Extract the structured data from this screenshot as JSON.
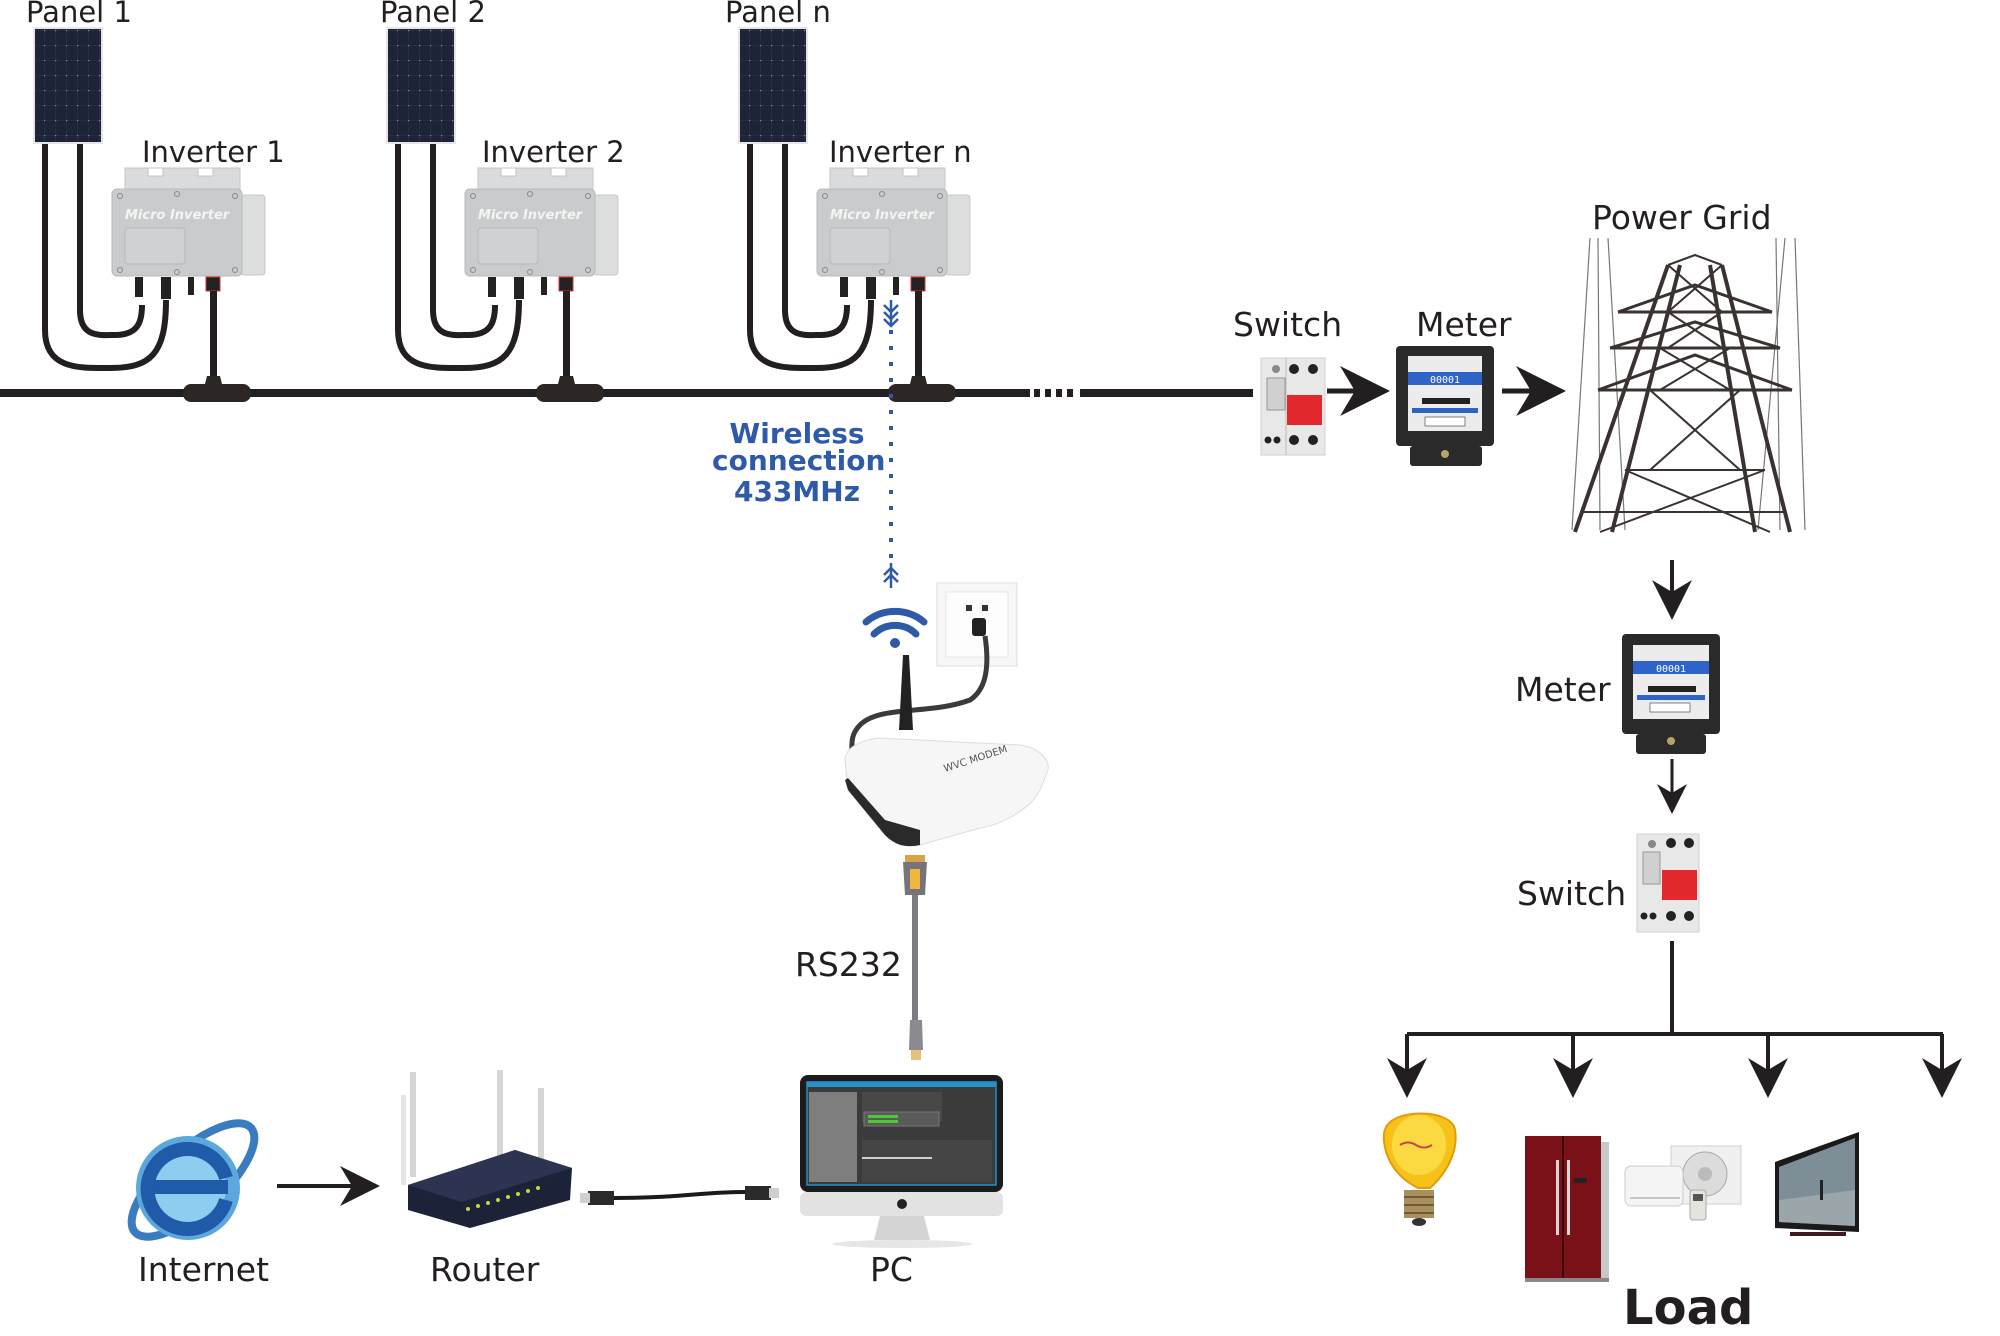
{
  "diagram": {
    "title": "Micro inverter monitoring system diagram",
    "colors": {
      "line": "#231f20",
      "wireless_text": "#2e5aa8",
      "panel_blue": "#1d2438",
      "inverter_gray": "#c9cbcc"
    },
    "panels": [
      {
        "label": "Panel 1",
        "inverter_label": "Inverter 1",
        "device_text": "Micro Inverter"
      },
      {
        "label": "Panel 2",
        "inverter_label": "Inverter 2",
        "device_text": "Micro Inverter"
      },
      {
        "label": "Panel n",
        "inverter_label": "Inverter n",
        "device_text": "Micro Inverter"
      }
    ],
    "wireless": {
      "line1": "Wireless",
      "line2": "connection",
      "line3": "433MHz"
    },
    "grid_side": {
      "switch_label": "Switch",
      "meter_label": "Meter",
      "power_grid_label": "Power Grid",
      "meter_reading": "00001"
    },
    "house_side": {
      "meter_label": "Meter",
      "switch_label": "Switch",
      "load_label": "Load",
      "loads": [
        "light-bulb",
        "refrigerator",
        "air-conditioner",
        "television"
      ]
    },
    "monitoring": {
      "gateway_brand": "WVC MODEM",
      "rs232_label": "RS232",
      "pc_label": "PC",
      "router_label": "Router",
      "internet_label": "Internet"
    }
  }
}
